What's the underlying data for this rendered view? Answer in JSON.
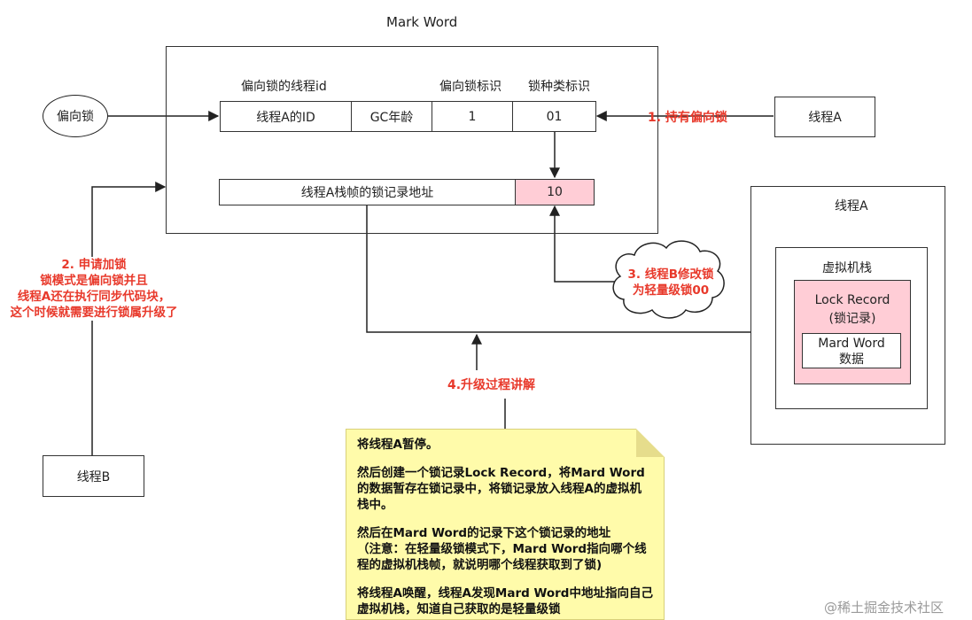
{
  "title": "Mark Word",
  "headers": {
    "thread_id": "偏向锁的线程id",
    "biased_flag": "偏向锁标识",
    "lock_type": "锁种类标识"
  },
  "row1": {
    "thread_a_id": "线程A的ID",
    "gc_age": "GC年龄",
    "biased_value": "1",
    "lock_bits": "01"
  },
  "row2": {
    "lock_record_addr": "线程A栈帧的锁记录地址",
    "lock_bits": "10"
  },
  "nodes": {
    "biased_lock": "偏向锁",
    "thread_a_right": "线程A",
    "thread_b": "线程B"
  },
  "annotations": {
    "step1": "1. 持有偏向锁",
    "step2_lines": [
      "2. 申请加锁",
      "锁模式是偏向锁并且",
      "线程A还在执行同步代码块，",
      "这个时候就需要进行锁属升级了"
    ],
    "step3_lines": [
      "3. 线程B修改锁",
      "为轻量级锁00"
    ],
    "step4": "4.升级过程讲解"
  },
  "thread_panel": {
    "title": "线程A",
    "vm_stack": "虚拟机栈",
    "lock_record_title": "Lock Record",
    "lock_record_sub": "(锁记录)",
    "mark_word_line1": "Mard Word",
    "mark_word_line2": "数据"
  },
  "note": {
    "paragraphs": [
      "将线程A暂停。",
      "然后创建一个锁记录Lock Record，将Mard Word的数据暂存在锁记录中，将锁记录放入线程A的虚拟机栈中。",
      "然后在Mard Word的记录下这个锁记录的地址\n（注意：在轻量级锁模式下，Mard Word指向哪个线程的虚拟机栈帧，就说明哪个线程获取到了锁)",
      "将线程A唤醒，线程A发现Mard Word中地址指向自己虚拟机栈，知道自己获取的是轻量级锁"
    ]
  },
  "watermark": "@稀土掘金技术社区",
  "colors": {
    "annotation_red": "#e8392b",
    "pink_fill": "#ffcdd6",
    "note_yellow": "#fffbaa"
  }
}
